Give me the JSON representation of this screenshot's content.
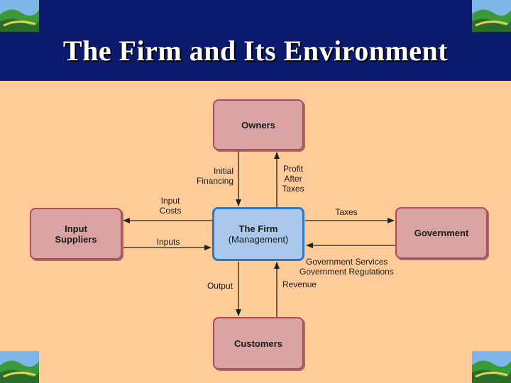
{
  "slide": {
    "title": "The Firm and Its Environment"
  },
  "colors": {
    "header_bg": "#0c1a6e",
    "slide_bg": "#ffcc99",
    "entity_box_fill": "#d9a3a3",
    "entity_box_border": "#b24a5a",
    "firm_box_fill": "#a9c8ec",
    "firm_box_border": "#2f76c6"
  },
  "diagram": {
    "firm": {
      "name": "The Firm",
      "subtitle": "(Management)"
    },
    "owners": {
      "name": "Owners"
    },
    "input_suppliers": {
      "line1": "Input",
      "line2": "Suppliers"
    },
    "government": {
      "name": "Government"
    },
    "customers": {
      "name": "Customers"
    },
    "flows": {
      "initial_financing": {
        "line1": "Initial",
        "line2": "Financing"
      },
      "profit_after_taxes": {
        "line1": "Profit",
        "line2": "After",
        "line3": "Taxes"
      },
      "input_costs": {
        "line1": "Input",
        "line2": "Costs"
      },
      "inputs": "Inputs",
      "taxes": "Taxes",
      "government_services": "Government Services",
      "government_regulations": "Government Regulations",
      "output": "Output",
      "revenue": "Revenue"
    }
  }
}
